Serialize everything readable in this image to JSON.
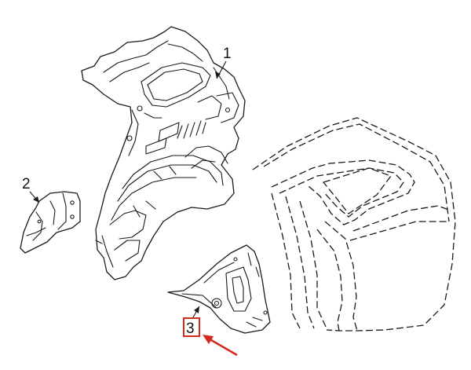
{
  "callouts": {
    "part_1": "1",
    "part_2": "2",
    "part_3": "3"
  },
  "colors": {
    "line": "#1a1a1a",
    "highlight_box": "#d42a1e",
    "arrow": "#d42a1e",
    "background": "#ffffff"
  },
  "icons": {
    "highlight_arrow": "red-pointer-arrow"
  }
}
